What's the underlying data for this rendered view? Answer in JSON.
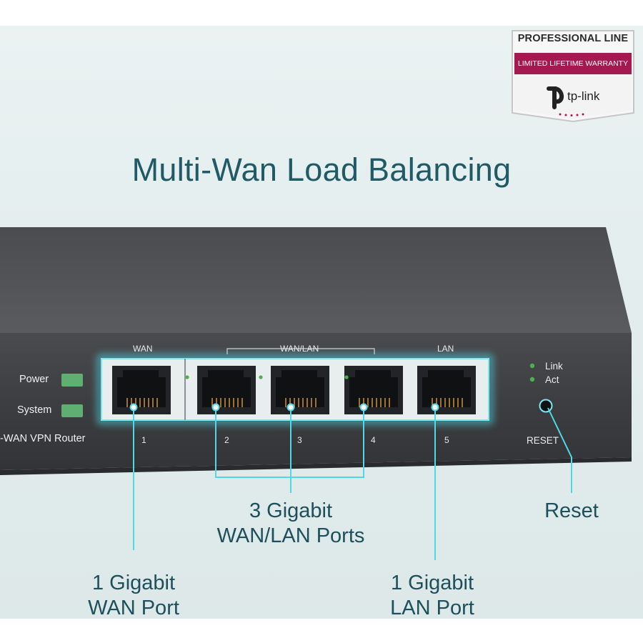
{
  "headline": "Multi-Wan Load Balancing",
  "badge": {
    "line1": "PROFESSIONAL LINE",
    "line2": "LIMITED LIFETIME WARRANTY",
    "brand": "tp-link",
    "colors": {
      "banner": "#a4194f",
      "frame": "#c8c8c8"
    }
  },
  "router": {
    "model_text": "-WAN VPN Router",
    "led_power": "Power",
    "led_system": "System",
    "port_group_wan": "WAN",
    "port_group_wanlan": "WAN/LAN",
    "port_group_lan": "LAN",
    "port_numbers": [
      "1",
      "2",
      "3",
      "4",
      "5"
    ],
    "link": "Link",
    "act": "Act",
    "reset": "RESET"
  },
  "callouts": {
    "wanlan_line1": "3 Gigabit",
    "wanlan_line2": "WAN/LAN Ports",
    "reset": "Reset",
    "wan_line1": "1 Gigabit",
    "wan_line2": "WAN Port",
    "lan_line1": "1 Gigabit",
    "lan_line2": "LAN Port"
  },
  "colors": {
    "accent": "#4fd8e6",
    "callout_text": "#1d4f5c",
    "chassis": "#3a3b3d"
  }
}
